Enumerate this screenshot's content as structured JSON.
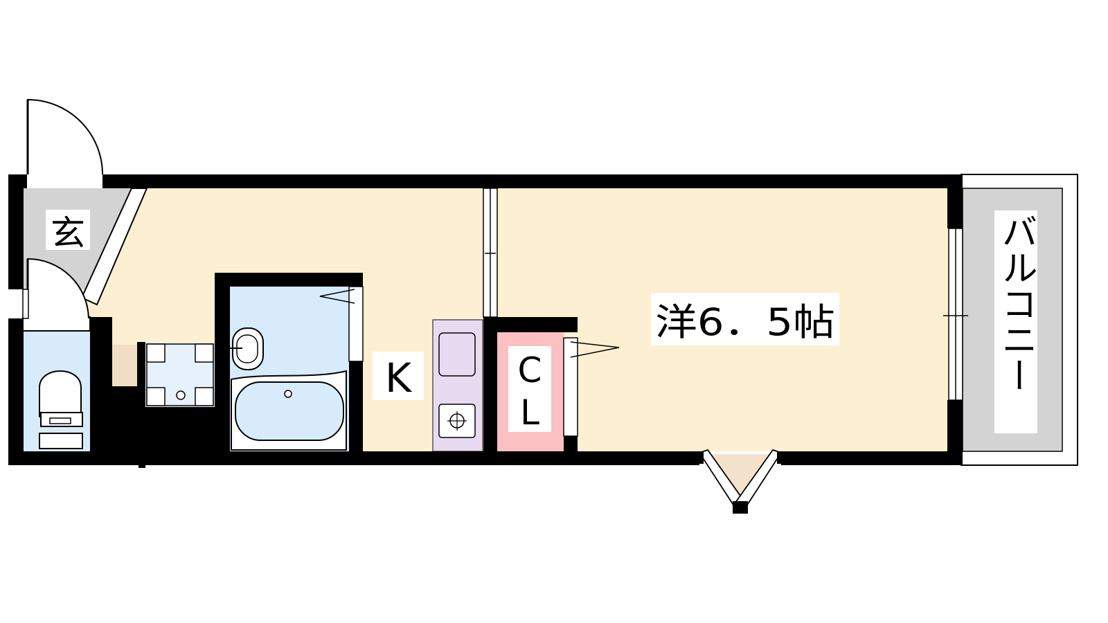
{
  "rooms": {
    "entrance": {
      "label": "玄"
    },
    "kitchen": {
      "label": "K"
    },
    "western_room": {
      "label": "洋6．5帖"
    },
    "closet": {
      "label_top": "C",
      "label_bottom": "L"
    },
    "balcony": {
      "label": "バルコニー"
    }
  },
  "colors": {
    "wall": "#000000",
    "floor_room": "#fdf0d2",
    "floor_entrance": "#d3d3d3",
    "floor_bath": "#d8ebfb",
    "floor_washroom": "#e6f1fb",
    "floor_storage": "#f0dfc4",
    "kitchen_counter": "#e7dbf2",
    "closet": "#fbc0c2",
    "balcony": "#d3d3d3",
    "bay_window": "#f3e3cd"
  }
}
